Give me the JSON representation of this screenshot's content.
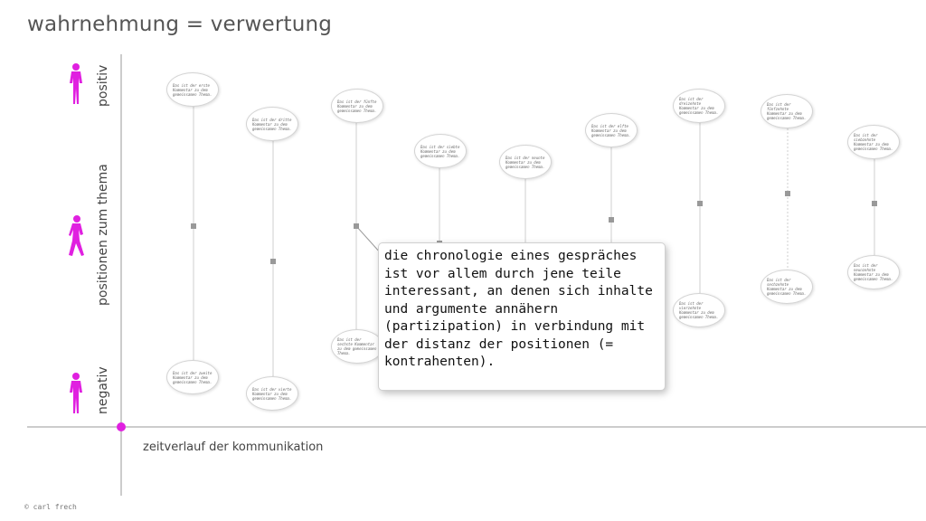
{
  "title": "wahrnehmung = verwertung",
  "axis": {
    "positive_label": "positiv",
    "middle_label": "positionen zum thema",
    "negative_label": "negativ",
    "x_label": "zeitverlauf der kommunikation"
  },
  "colors": {
    "accent": "#e020e0",
    "axis": "#999999",
    "line": "#cccccc",
    "marker": "#999999"
  },
  "icons": {
    "top": "person-standing-icon",
    "middle": "person-walking-icon",
    "bottom": "person-standing-icon"
  },
  "comments": [
    "Das ist der erste Kommentar zu dem gemeinsamen Thema.",
    "Das ist der zweite Kommentar zu dem gemeinsamen Thema.",
    "Das ist der dritte Kommentar zu dem gemeinsamen Thema.",
    "Das ist der vierte Kommentar zu dem gemeinsamen Thema.",
    "Das ist der fünfte Kommentar zu dem gemeinsamen Thema.",
    "Das ist der sechste Kommentar zu dem gemeinsamen Thema.",
    "Das ist der siebte Kommentar zu dem gemeinsamen Thema.",
    "Das ist der neunte Kommentar zu dem gemeinsamen Thema.",
    "Das ist der elfte Kommentar zu dem gemeinsamen Thema.",
    "Das ist der dreizehnte Kommentar zu dem gemeinsamen Thema.",
    "Das ist der vierzehnte Kommentar zu dem gemeinsamen Thema.",
    "Das ist der fünfzehnte Kommentar zu dem gemeinsamen Thema.",
    "Das ist der sechzehnte Kommentar zu dem gemeinsamen Thema.",
    "Das ist der siebzehnte Kommentar zu dem gemeinsamen Thema.",
    "Das ist der neunzehnte Kommentar zu dem gemeinsamen Thema."
  ],
  "callout": "die chronologie eines gespräches ist vor allem durch jene teile interessant, an denen sich inhalte und argumente annähern (partizipation) in verbindung mit der distanz der positionen (= kontrahenten).",
  "copyright": "© carl frech"
}
